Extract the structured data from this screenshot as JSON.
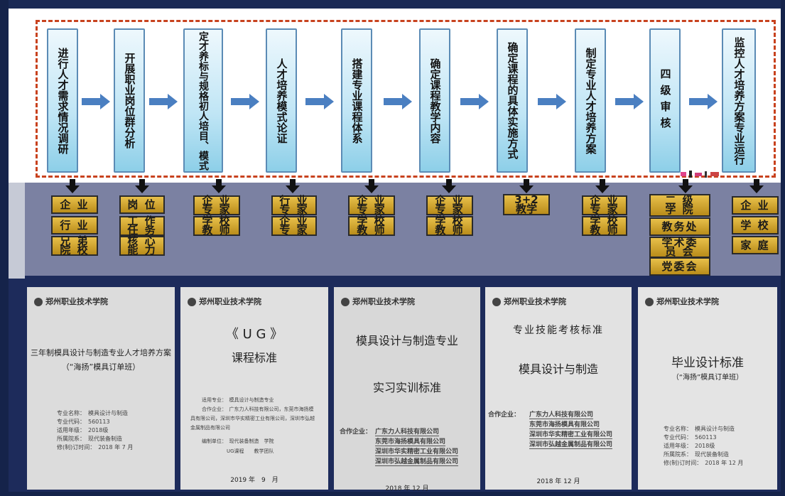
{
  "steps": [
    {
      "label": "进行人才需求情况调研"
    },
    {
      "label": "开展职业岗位群分析"
    },
    {
      "label": "定才养标与规格初人培目、模式"
    },
    {
      "label": "人才培养模式论证"
    },
    {
      "label": "搭建专业课程体系"
    },
    {
      "label": "确定课程教学内容"
    },
    {
      "label": "确定课程的具体实施方式"
    },
    {
      "label": "制定专业人才培养方案"
    },
    {
      "label": "四级审核"
    },
    {
      "label": "监控人才培养方案专业运行"
    }
  ],
  "participants": [
    [
      "企 业",
      "行 业",
      "兄 弟\n院 校"
    ],
    [
      "岗 位",
      "工 作\n任 务",
      "核 心\n能 力"
    ],
    [
      "企 业\n专 家",
      "学 校\n教 师"
    ],
    [
      "行 业\n专 家",
      "企 业\n专 家"
    ],
    [
      "企 业\n专 家",
      "学 校\n教 师"
    ],
    [
      "企 业\n专 家",
      "学 校\n教 师"
    ],
    [
      "3+2\n教学"
    ],
    [
      "企 业\n专 家",
      "学 校\n教 师"
    ],
    [
      "二 级\n学 院",
      "教务处",
      "学术委\n员 会",
      "党委会"
    ],
    [
      "企 业",
      "学 校",
      "家 庭"
    ]
  ],
  "docs": {
    "logo_text": "郑州职业技术学院",
    "d1": {
      "title": "三年制模具设计与制造专业人才培养方案",
      "subtitle": "（“海扬”模具订单班）",
      "rows": [
        "专业名称：　模具设计与制造",
        "专业代码：　560113",
        "适用年级：　2018级",
        "所属院系：　现代装备制造",
        "修(制)订时间：　2018 年 7 月"
      ]
    },
    "d2": {
      "title": "《 U G 》",
      "subtitle": "课程标准",
      "rows": [
        "适用专业：　模具设计与制造专业",
        "合作企业：　广东力人科技有限公司，东莞市海扬模",
        "具有限公司，深圳市华实精密工业有限公司，深圳市弘越",
        "金属制品有限公司",
        "编制单位：　现代装备制造　学院",
        "　　　　　UG课程　　教学团队"
      ],
      "date": "2019 年　9　月"
    },
    "d3": {
      "title": "模具设计与制造专业",
      "subtitle": "实习实训标准",
      "coop_label": "合作企业：",
      "companies": [
        "广东力人科技有限公司",
        "东莞市海扬模具有限公司",
        "深圳市华实精密工业有限公司",
        "深圳市弘越金属制品有限公司"
      ],
      "date": "2018 年 12 月"
    },
    "d4": {
      "title": "专业技能考核标准",
      "subtitle": "模具设计与制造",
      "coop_label": "合作企业：",
      "companies": [
        "广东力人科技有限公司",
        "东莞市海扬模具有限公司",
        "深圳市华实精密工业有限公司",
        "深圳市弘越金属制品有限公司"
      ],
      "date": "2018 年 12 月"
    },
    "d5": {
      "title": "毕业设计标准",
      "subtitle": "（“海扬”模具订单班）",
      "rows": [
        "专业名称：　模具设计与制造",
        "专业代码：　560113",
        "适用年级：　2018级",
        "所属院系：　现代装备制造",
        "修(制)订时间：　2018 年 12 月"
      ]
    }
  },
  "colors": {
    "dash": "#c8421e",
    "arrow": "#4a7fc1",
    "tag": "#d4a92e",
    "navy": "#1d2b5b"
  }
}
